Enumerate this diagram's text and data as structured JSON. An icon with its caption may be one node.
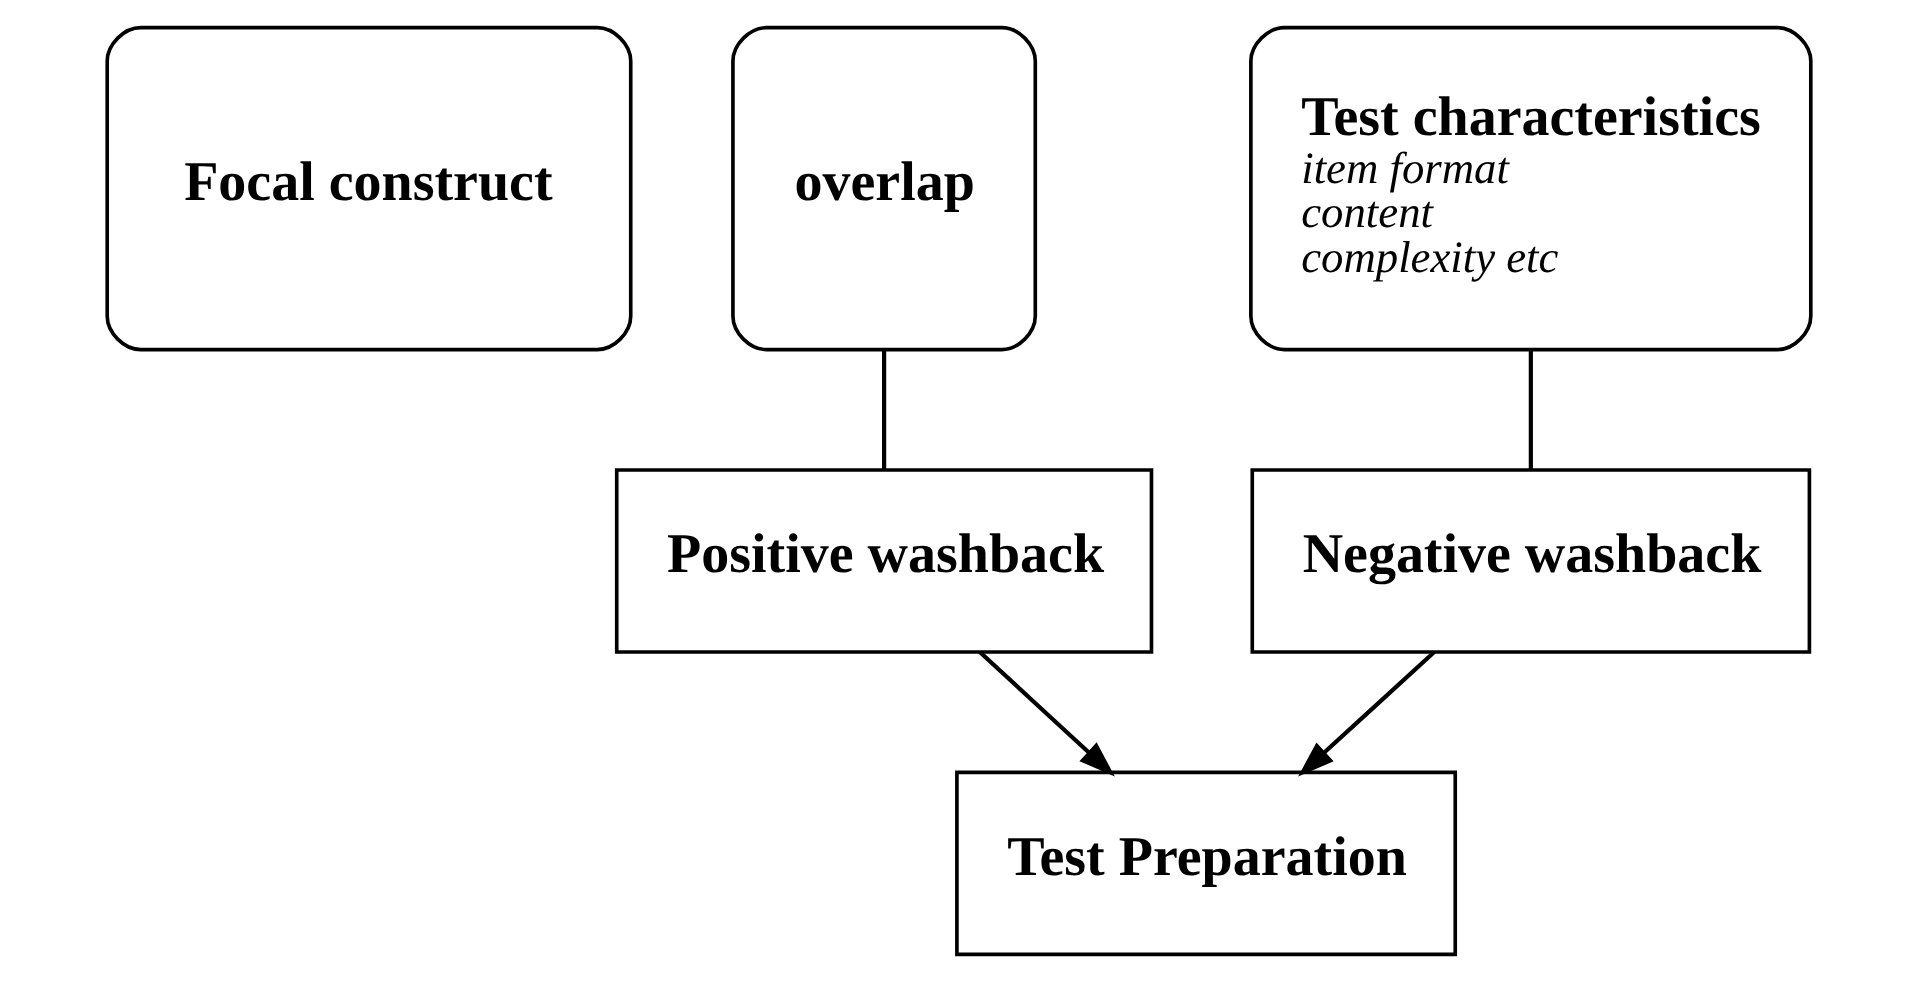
{
  "diagram": {
    "nodes": [
      {
        "text": [
          "Focal construct"
        ]
      },
      {
        "text": [
          "overlap"
        ]
      },
      {
        "text": [
          "Test characteristics",
          "item format",
          "content",
          "complexity etc"
        ]
      },
      {
        "text": [
          "Positive washback"
        ]
      },
      {
        "text": [
          "Negative washback"
        ]
      },
      {
        "text": [
          "Test Preparation"
        ]
      }
    ],
    "edges": [
      {
        "from": 1,
        "to": 3,
        "arrow": "none"
      },
      {
        "from": 2,
        "to": 4,
        "arrow": "none"
      },
      {
        "from": 3,
        "to": 5,
        "arrow": "to"
      },
      {
        "from": 4,
        "to": 5,
        "arrow": "to"
      }
    ]
  }
}
